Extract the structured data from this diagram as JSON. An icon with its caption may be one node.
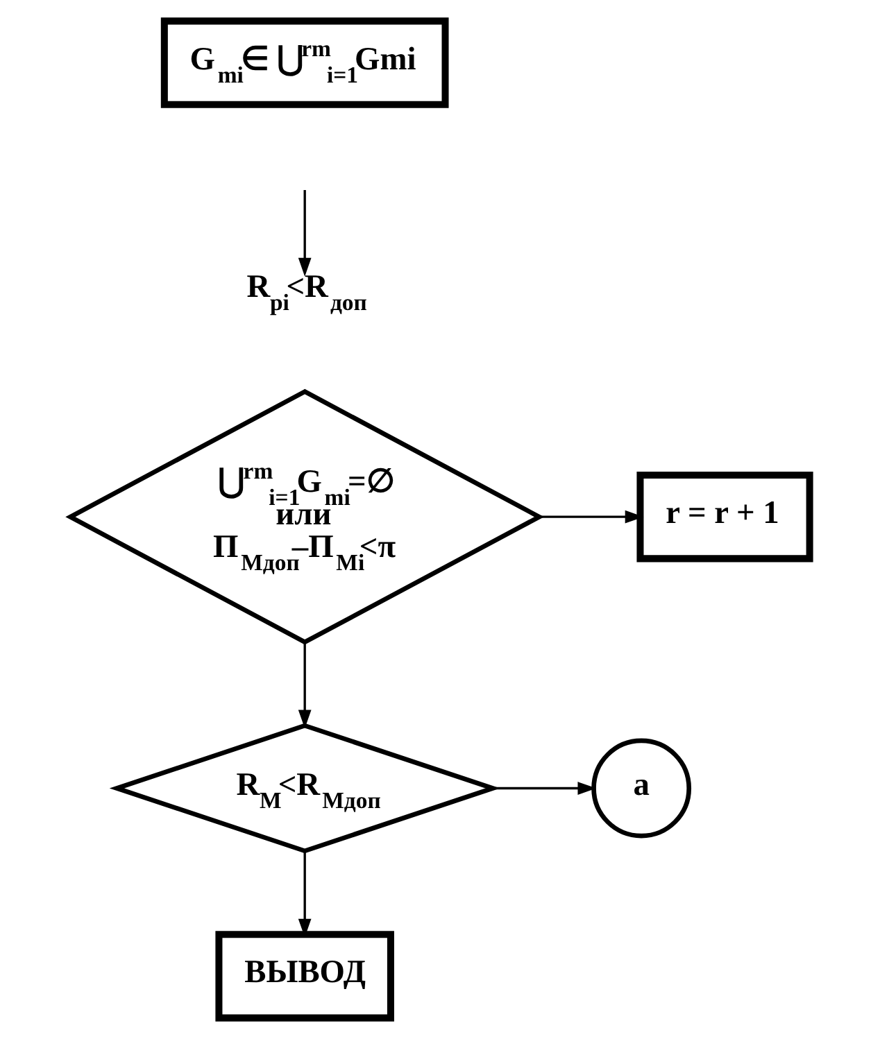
{
  "diagram": {
    "nodes": [
      {
        "text": [
          "G$_{mi}$∈ ⋃$^{rm}$$_{i=1}$Gmi"
        ]
      },
      {
        "text": [
          "R$_{pi}$<R$_{доп}$"
        ]
      },
      {
        "text": [
          "⋃$^{rm}$$_{i=1}$G$_{mi}$=∅",
          "или",
          "П$_{Mдоп}$–П$_{Mi}$<π"
        ]
      },
      {
        "text": [
          "r = r + 1"
        ]
      },
      {
        "text": [
          "R$_{M}$<R$_{Mдоп}$"
        ]
      },
      {
        "text": [
          "а"
        ]
      },
      {
        "text": [
          "ВЫВОД"
        ]
      }
    ],
    "edges": [
      {
        "from": null,
        "to": 1,
        "arrow": "to"
      },
      {
        "from": 2,
        "to": 3,
        "arrow": "to"
      },
      {
        "from": 2,
        "to": 4,
        "arrow": "to"
      },
      {
        "from": 4,
        "to": 5,
        "arrow": "to"
      },
      {
        "from": 4,
        "to": 6,
        "arrow": "to"
      }
    ]
  }
}
